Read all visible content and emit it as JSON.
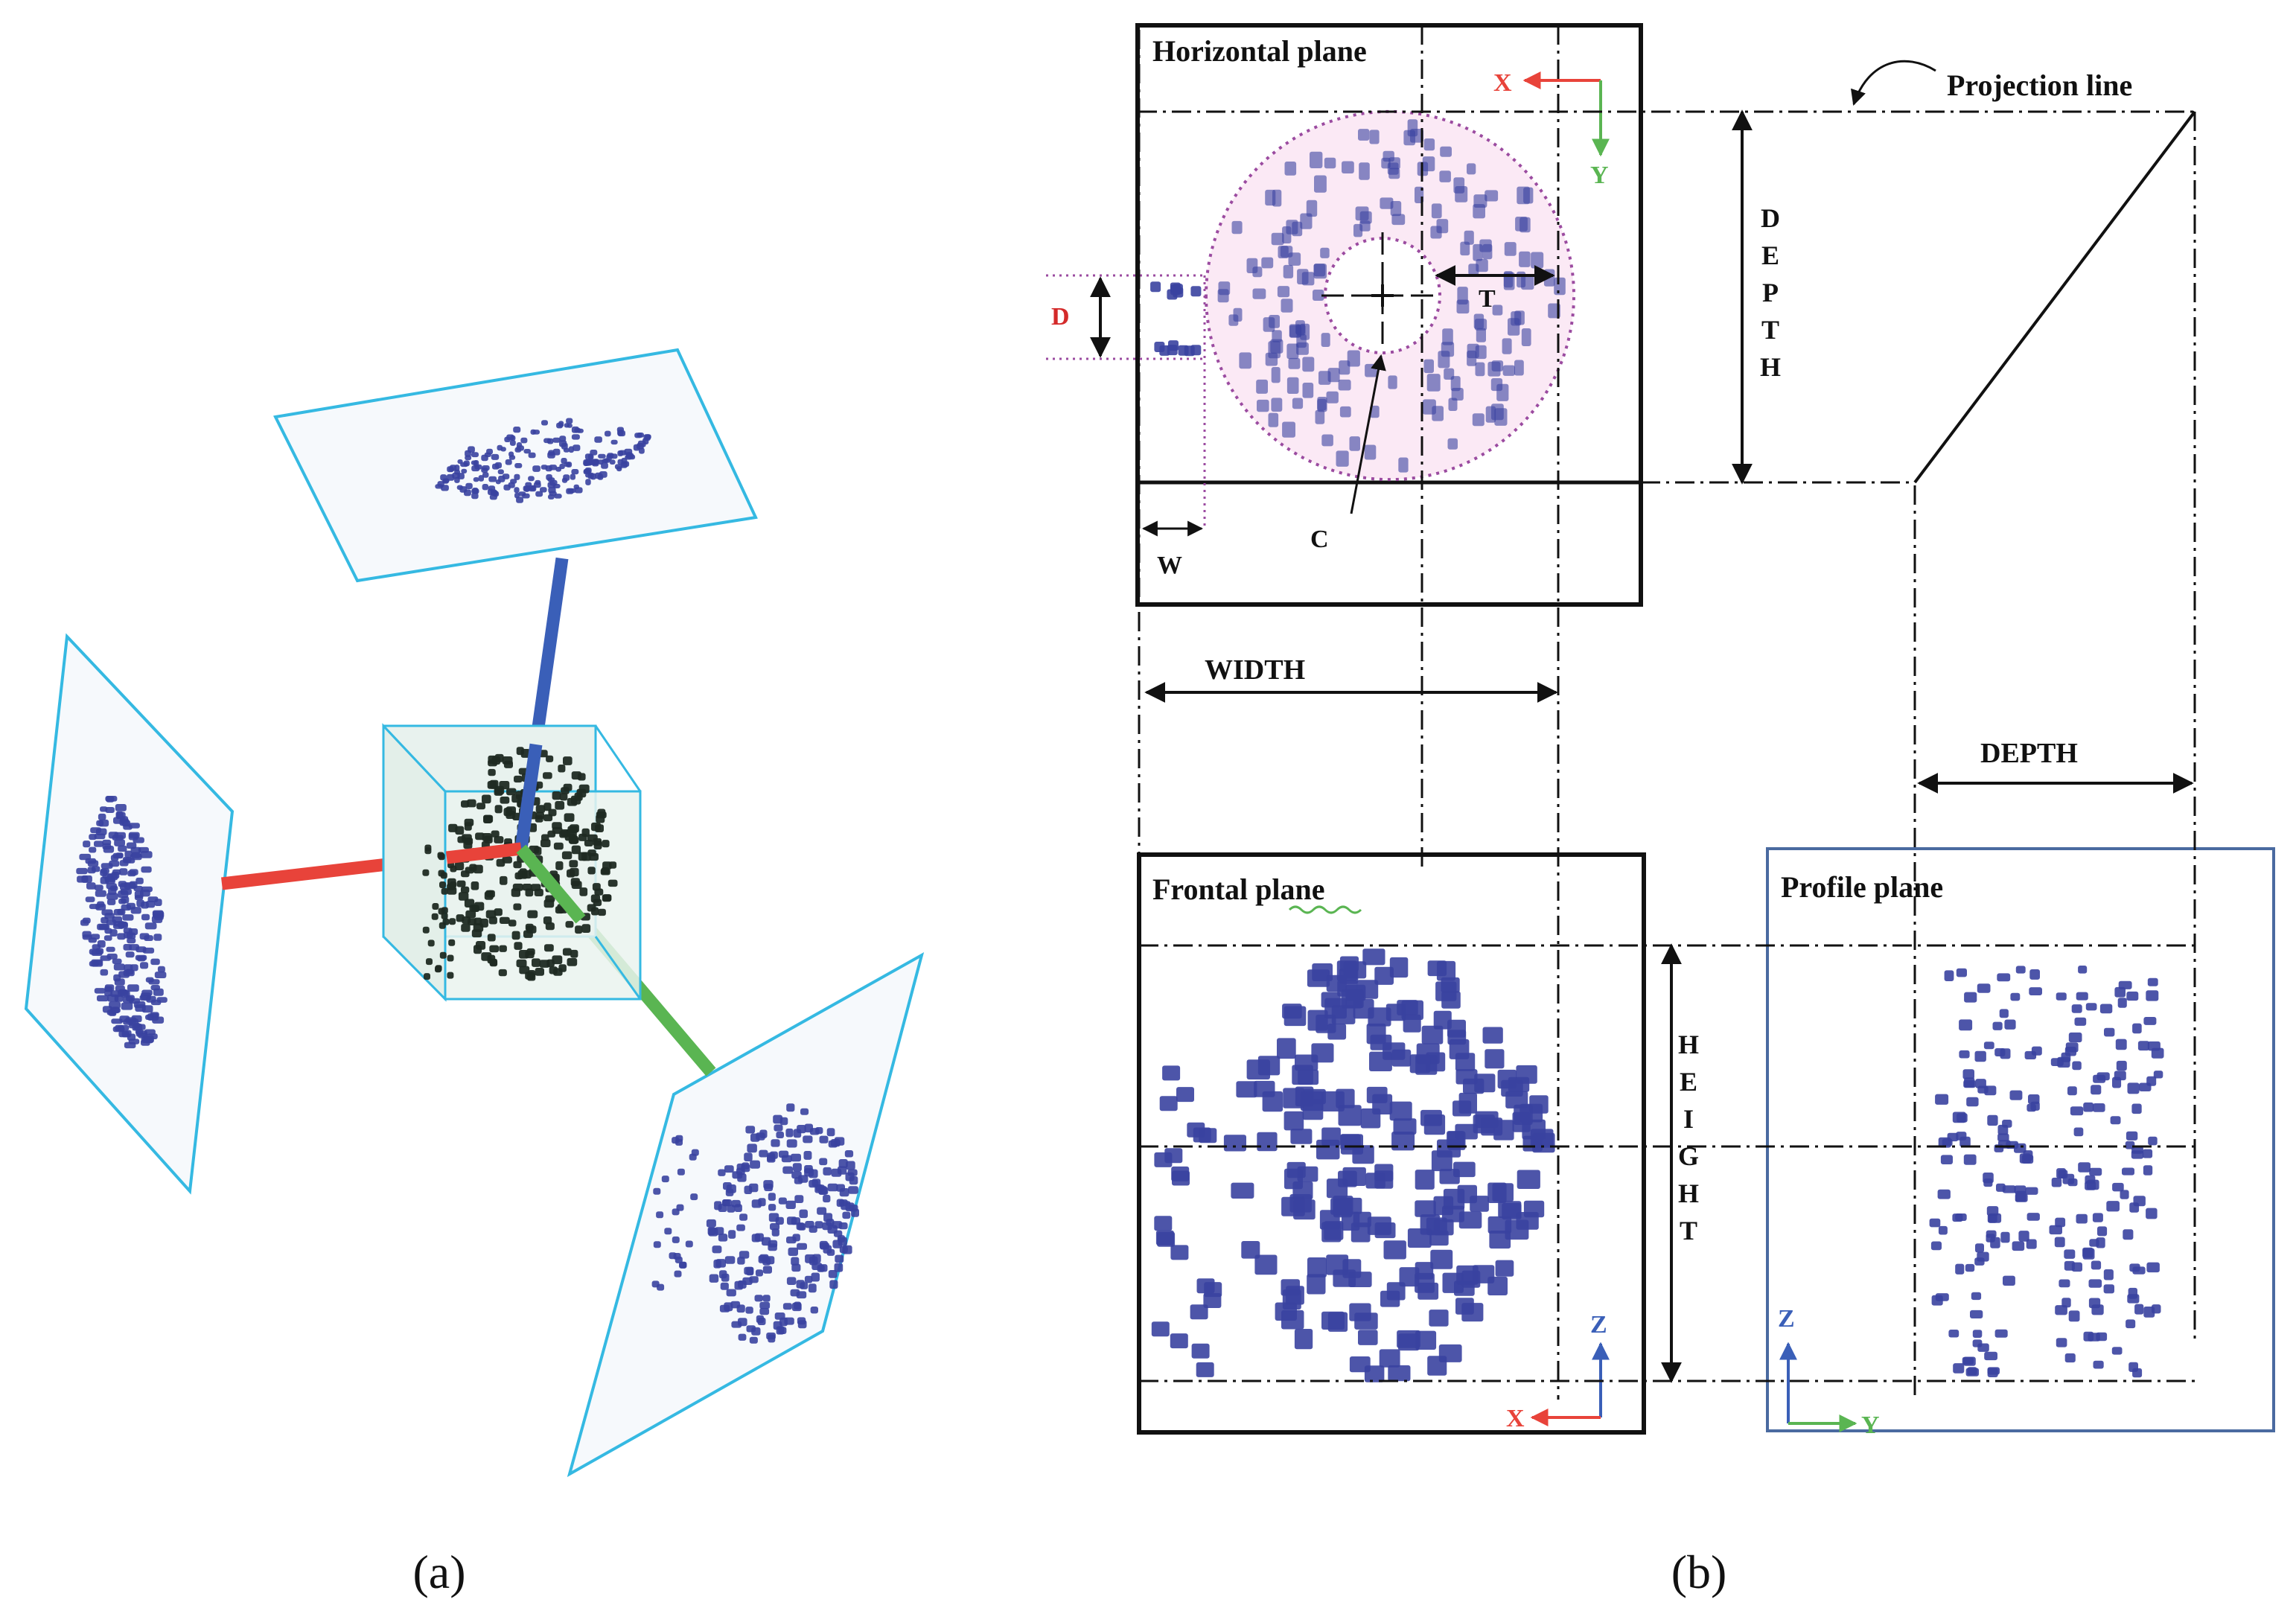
{
  "colors": {
    "x_axis": "#e8433a",
    "y_axis": "#5ab552",
    "z_axis": "#3a5fb8",
    "plane_edge": "#35b9e2",
    "plane_fill": "#f5f9fb",
    "points_blue": "#3a43a0",
    "points_dark": "#1f2a22",
    "ring_fill": "#fbe9f5",
    "ring_edge": "#9b4ba0",
    "dim_red": "#d42a2a"
  },
  "panel_a": {
    "caption": "(a)"
  },
  "panel_b": {
    "caption": "(b)",
    "horizontal_plane": {
      "title": "Horizontal plane",
      "x_label": "X",
      "y_label": "Y"
    },
    "frontal_plane": {
      "title": "Frontal plane",
      "x_label": "X",
      "z_label": "Z"
    },
    "profile_plane": {
      "title": "Profile plane",
      "y_label": "Y",
      "z_label": "Z"
    },
    "projection_line_label": "Projection line",
    "dimensions": {
      "depth_vertical": [
        "D",
        "E",
        "P",
        "T",
        "H"
      ],
      "height_vertical": [
        "H",
        "E",
        "I",
        "G",
        "H",
        "T"
      ],
      "width": "WIDTH",
      "depth_horizontal": "DEPTH",
      "d": "D",
      "t": "T",
      "c": "C",
      "w": "W"
    }
  }
}
